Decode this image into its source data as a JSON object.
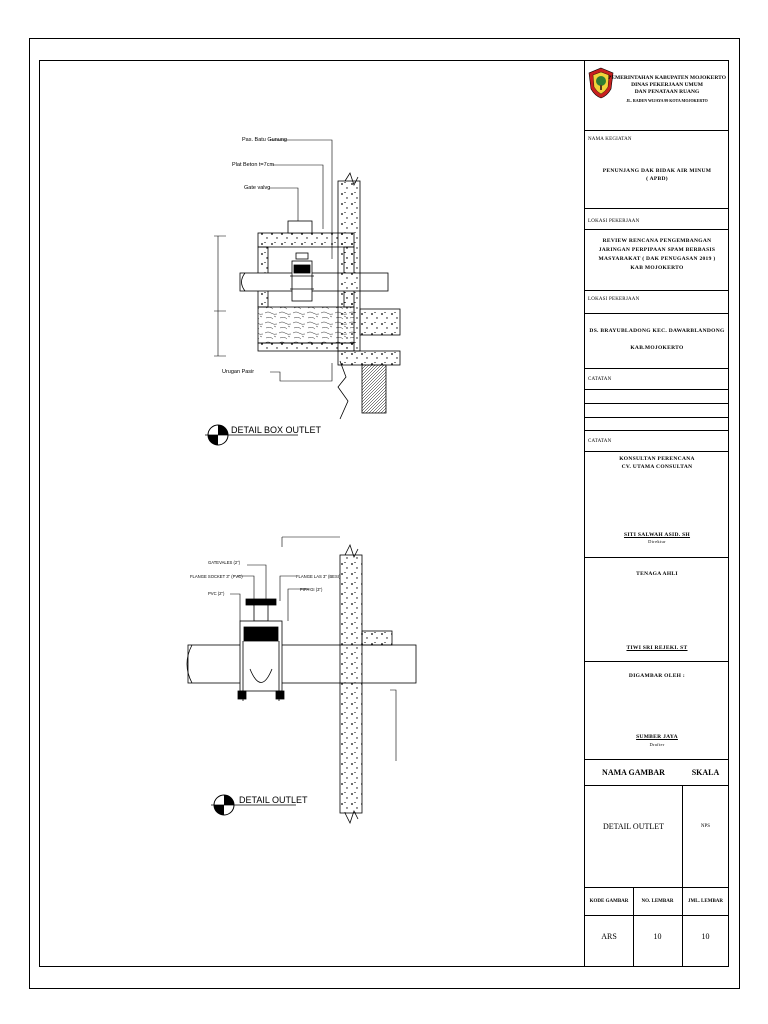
{
  "drawing": {
    "box_outlet": {
      "title": "DETAIL BOX OUTLET",
      "labels": [
        "Pas. Batu Gunung",
        "Plat Beton t=7cm",
        "Gate valvg",
        "Urugan Pasir"
      ]
    },
    "outlet": {
      "title": "DETAIL OUTLET",
      "labels": [
        "GATEVALES (2\")",
        "FLANGE SOCKET 3\" (PVC)",
        "PVC (2\")",
        "FLANGE LAS 3\" (BESI)",
        "PIPA GI (3\")"
      ]
    }
  },
  "title_block": {
    "agency": {
      "line1": "PEMERINTAHAN KABUPATEN MOJOKERTO",
      "line2": "DINAS PEKERJAAN UMUM",
      "line3": "DAN PENATAAN RUANG",
      "address": "JL. RADEN WIJAYA 99 KOTA MOJOKERTO"
    },
    "nama_kegiatan": {
      "label": "NAMA KEGIATAN",
      "value1": "PENUNJANG DAK BIDAK AIR MINUM",
      "value2": "( APBD)"
    },
    "lokasi1": {
      "label": "LOKASI PEKERJAAN",
      "lines": [
        "REVIEW RENCANA PENGEMBANGAN",
        "JARINGAN PERPIPAAN SPAM BERBASIS",
        "MASYARAKAT ( DAK PENUGASAN 2019 )",
        "KAB MOJOKERTO"
      ]
    },
    "lokasi2": {
      "label": "LOKASI PEKERJAAN",
      "line1": "DS. BRAYUBLADONG KEC. DAWARBLANDONG",
      "line2": "KAB.MOJOKERTO"
    },
    "catatan1": {
      "label": "CATATAN"
    },
    "catatan2": {
      "label": "CATATAN",
      "consultant1": "KONSULTAN PERENCANA",
      "consultant2": "CV. UTAMA CONSULTAN",
      "director_name": "SITI SALWAH ASID. SH",
      "director_role": "Direktur"
    },
    "tenaga_ahli": {
      "label": "TENAGA AHLI",
      "name": "TIWI SRI REJEKI. ST"
    },
    "digambar": {
      "label": "DIGAMBAR OLEH :",
      "name": "SUMBER JAYA",
      "role": "Drafter"
    },
    "nama_gambar": {
      "label": "NAMA GAMBAR",
      "value": "DETAIL OUTLET"
    },
    "skala": {
      "label": "SKALA",
      "value": "NPS"
    },
    "kode_gambar": {
      "label": "KODE GAMBAR",
      "value": "ARS"
    },
    "no_lembar": {
      "label": "NO. LEMBAR",
      "value": "10"
    },
    "jml_lembar": {
      "label": "JML. LEMBAR",
      "value": "10"
    }
  }
}
